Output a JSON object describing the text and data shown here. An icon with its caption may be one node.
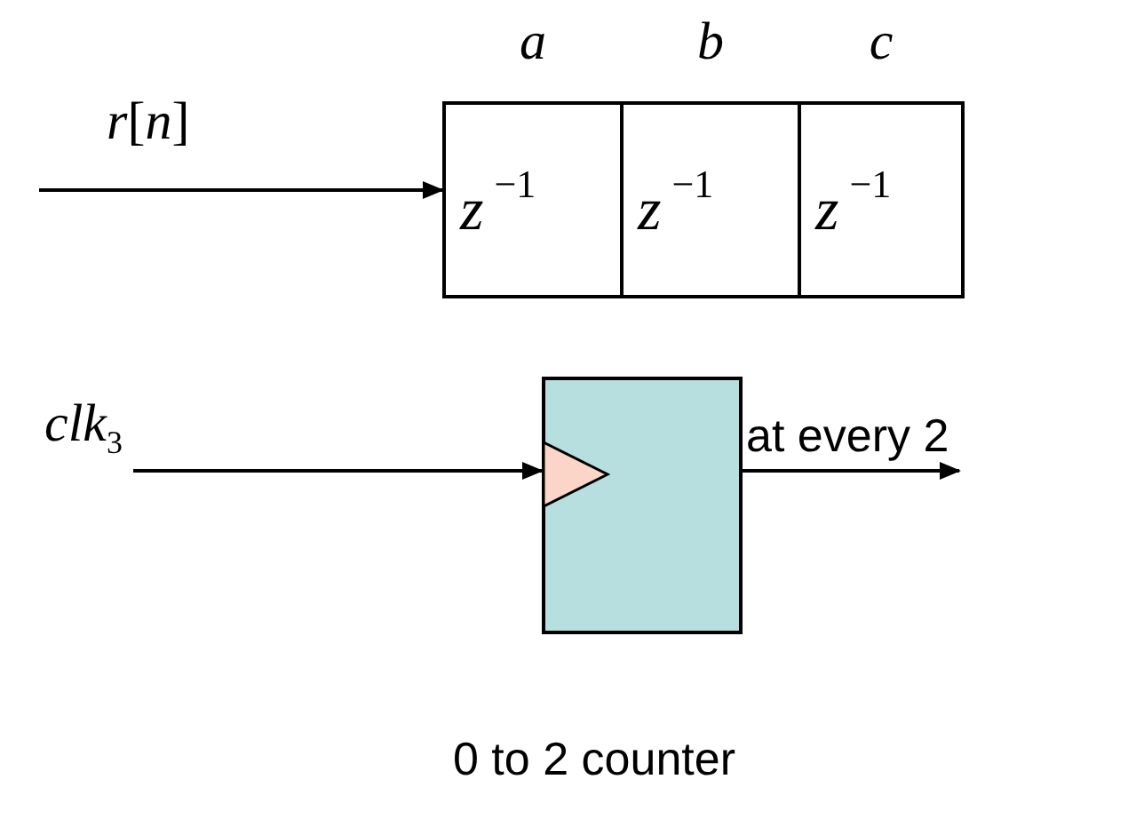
{
  "diagram": {
    "nodes": [
      {
        "text": [
          "a",
          "z$^{−1}$"
        ]
      },
      {
        "text": [
          "b",
          "z$^{−1}$"
        ]
      },
      {
        "text": [
          "c",
          "z$^{−1}$"
        ]
      },
      {
        "text": [],
        "shape": "box",
        "beside": [
          "0 to 2 counter"
        ]
      }
    ],
    "edges": [
      {
        "from": null,
        "to": 0,
        "arrow": "to",
        "label": "*r*[*n*]"
      },
      {
        "from": null,
        "to": 3,
        "arrow": "to",
        "label": "*clk*$_{3}$"
      },
      {
        "from": 3,
        "to": null,
        "arrow": "to",
        "label": "at every 2"
      }
    ]
  }
}
